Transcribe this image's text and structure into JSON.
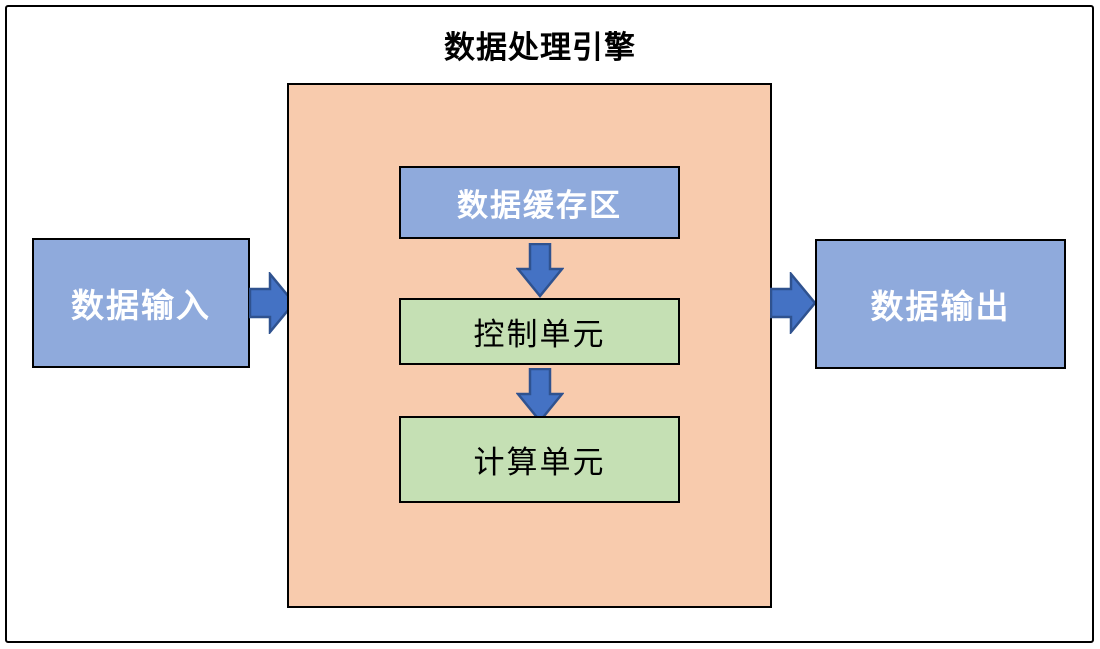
{
  "page": {
    "title": "数据处理引擎"
  },
  "diagram": {
    "input": {
      "label": "数据输入"
    },
    "engine": {
      "buffer": {
        "label": "数据缓存区"
      },
      "control": {
        "label": "控制单元"
      },
      "compute": {
        "label": "计算单元"
      }
    },
    "output": {
      "label": "数据输出"
    },
    "icons": {
      "flow_right": "arrow-right-icon",
      "flow_down": "arrow-down-icon"
    },
    "colors": {
      "blue_box": "#8FAADC",
      "green_box": "#C5E0B4",
      "container_fill": "#F8CBAD",
      "arrow_fill": "#4472C4",
      "arrow_stroke": "#2F528F",
      "border": "#000000",
      "white_text": "#FFFFFF",
      "black_text": "#000000"
    }
  }
}
